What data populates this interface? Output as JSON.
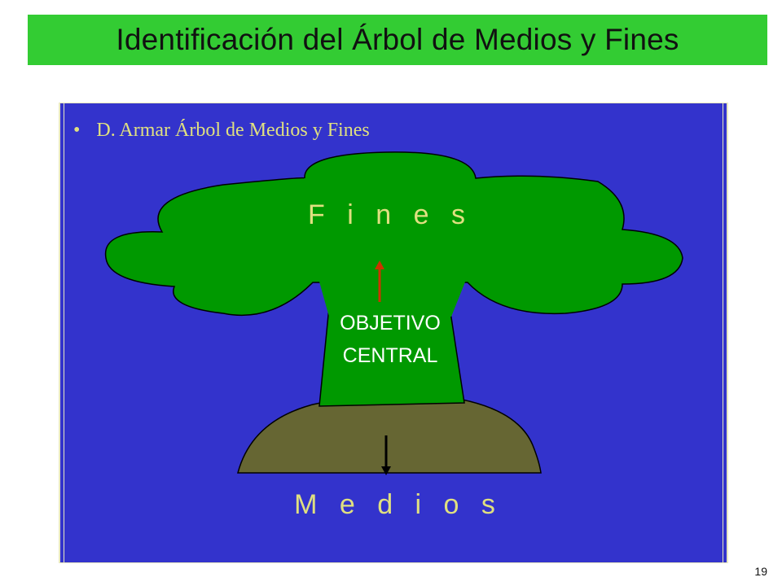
{
  "slide": {
    "title": "Identificación del Árbol de Medios y Fines",
    "page_number": "19"
  },
  "panel": {
    "bullet_text": "D. Armar Árbol de Medios y Fines"
  },
  "diagram": {
    "fines_label": "F i n e s",
    "objetivo_line1": "OBJETIVO",
    "objetivo_line2": "CENTRAL",
    "medios_label": "M e d i o s"
  },
  "colors": {
    "title_bar": "#33cc33",
    "panel_background": "#3333cc",
    "canopy": "#009900",
    "ground": "#666633",
    "text_yellow": "#e0e080",
    "up_arrow": "#cc3300",
    "down_arrow": "#000000"
  }
}
